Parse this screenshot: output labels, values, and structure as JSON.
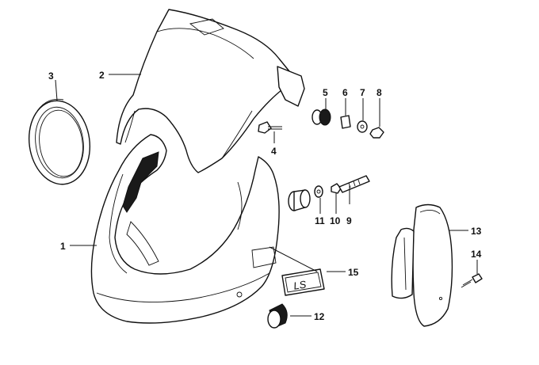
{
  "callouts": {
    "c1": "1",
    "c2": "2",
    "c3": "3",
    "c4": "4",
    "c5": "5",
    "c6": "6",
    "c7": "7",
    "c8": "8",
    "c9": "9",
    "c10": "10",
    "c11": "11",
    "c12": "12",
    "c13": "13",
    "c14": "14",
    "c15": "15"
  },
  "badge_text": "LS",
  "colors": {
    "line": "#111111",
    "background": "#ffffff"
  }
}
